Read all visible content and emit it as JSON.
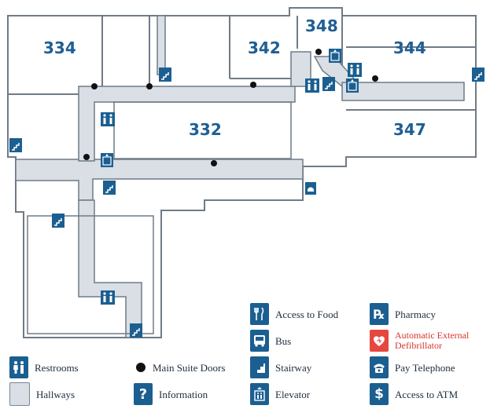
{
  "rooms": {
    "r334": "334",
    "r342": "342",
    "r348": "348",
    "r344": "344",
    "r332": "332",
    "r347": "347"
  },
  "legend": {
    "restrooms": "Restrooms",
    "main_suite_doors": "Main Suite Doors",
    "stairway": "Stairway",
    "pay_telephone": "Pay Telephone",
    "hallways": "Hallways",
    "information": "Information",
    "elevator": "Elevator",
    "access_to_atm": "Access to ATM",
    "access_to_food": "Access to Food",
    "pharmacy": "Pharmacy",
    "bus": "Bus",
    "aed_line1": "Automatic External",
    "aed_line2": "Defibrillator"
  },
  "colors": {
    "icon_blue": "#1b5f91",
    "aed_red": "#e5483f",
    "hallway_fill": "#d9dfe5",
    "wall": "#6f7b86",
    "room_label": "#1f5e93"
  },
  "icons": {
    "restroom": "restroom-icon",
    "stairs": "stairway-icon",
    "elevator": "elevator-icon",
    "door": "main-suite-door-dot",
    "info": "information-icon",
    "food": "food-icon",
    "bus": "bus-icon",
    "pharmacy": "pharmacy-icon",
    "aed": "aed-icon",
    "phone": "pay-telephone-icon",
    "atm": "atm-icon"
  }
}
